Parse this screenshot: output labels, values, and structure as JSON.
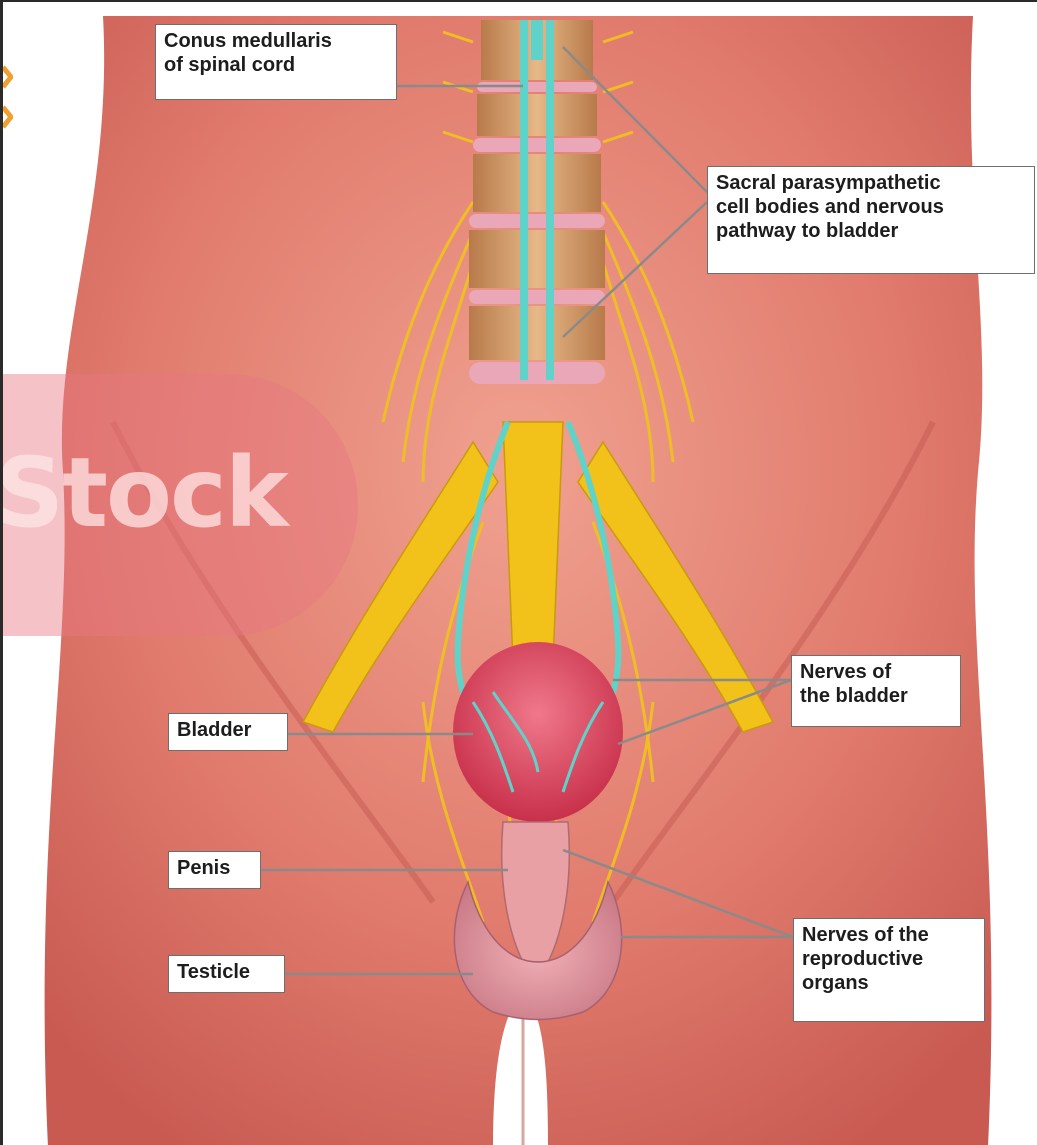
{
  "labels": {
    "conus": [
      "Conus medullaris",
      "of spinal cord"
    ],
    "sacral": [
      "Sacral parasympathetic",
      "cell bodies and nervous",
      "pathway to bladder"
    ],
    "nerves_bladder": [
      "Nerves of",
      "the bladder"
    ],
    "bladder": "Bladder",
    "penis": "Penis",
    "testicle": "Testicle",
    "nerves_repro": [
      "Nerves of the",
      "reproductive",
      "organs"
    ]
  },
  "watermark": "Stock",
  "colors": {
    "skin": "#e07a6c",
    "nerve": "#f2c21a",
    "parasympathetic": "#5fd3c9",
    "bladder": "#d8425a",
    "vertebra": "#d8a070",
    "disc": "#e9a7b8"
  }
}
